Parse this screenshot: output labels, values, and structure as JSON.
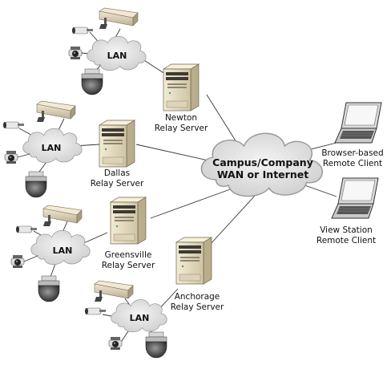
{
  "wan": {
    "line1": "Campus/Company",
    "line2": "WAN or Internet"
  },
  "lan_label": "LAN",
  "servers": [
    {
      "name": "Newton",
      "role": "Relay Server"
    },
    {
      "name": "Dallas",
      "role": "Relay Server"
    },
    {
      "name": "Greensville",
      "role": "Relay Server"
    },
    {
      "name": "Anchorage",
      "role": "Relay Server"
    }
  ],
  "clients": [
    {
      "name": "Browser-based",
      "role": "Remote Client"
    },
    {
      "name": "View Station",
      "role": "Remote Client"
    }
  ],
  "icons": [
    "cloud-icon",
    "server-icon",
    "laptop-icon",
    "box-camera-icon",
    "bullet-camera-icon",
    "dome-camera-icon",
    "ptz-camera-icon"
  ],
  "colors": {
    "cloud": "#dcdcdc",
    "cloud_edge": "#9a9a9a",
    "server": "#e8e0c8",
    "camera": "#d9cfb8",
    "dark": "#3a3a3a"
  }
}
